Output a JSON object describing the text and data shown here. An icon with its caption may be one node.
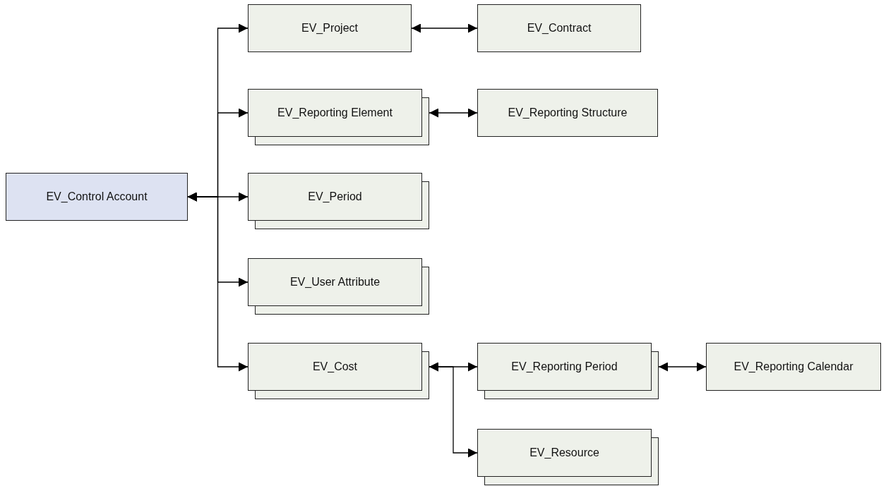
{
  "diagram": {
    "nodes": [
      {
        "text": [
          "EV_Control Account"
        ]
      },
      {
        "text": [
          "EV_Project"
        ]
      },
      {
        "text": [
          "EV_Contract"
        ]
      },
      {
        "text": [
          "EV_Reporting Element"
        ]
      },
      {
        "text": [
          "EV_Reporting Structure"
        ]
      },
      {
        "text": [
          "EV_Period"
        ]
      },
      {
        "text": [
          "EV_User Attribute"
        ]
      },
      {
        "text": [
          "EV_Cost"
        ]
      },
      {
        "text": [
          "EV_Reporting Period"
        ]
      },
      {
        "text": [
          "EV_Reporting Calendar"
        ]
      },
      {
        "text": [
          "EV_Resource"
        ]
      }
    ],
    "edges": [
      {
        "from": 0,
        "to": 1,
        "arrow": "both"
      },
      {
        "from": 0,
        "to": 3,
        "arrow": "both"
      },
      {
        "from": 0,
        "to": 5,
        "arrow": "both"
      },
      {
        "from": 0,
        "to": 6,
        "arrow": "both"
      },
      {
        "from": 0,
        "to": 7,
        "arrow": "both"
      },
      {
        "from": 1,
        "to": 2,
        "arrow": "both"
      },
      {
        "from": 3,
        "to": 4,
        "arrow": "both"
      },
      {
        "from": 7,
        "to": 8,
        "arrow": "both"
      },
      {
        "from": 7,
        "to": 10,
        "arrow": "both"
      },
      {
        "from": 8,
        "to": 9,
        "arrow": "both"
      }
    ]
  }
}
